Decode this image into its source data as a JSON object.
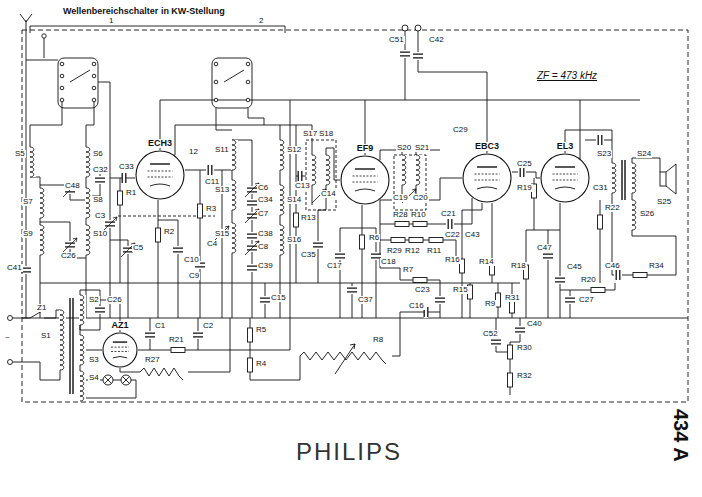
{
  "diagram": {
    "nodes": [
      {
        "text": [
          "ECH3"
        ]
      },
      {
        "text": [
          "EF9"
        ]
      },
      {
        "text": [
          "EBC3"
        ]
      },
      {
        "text": [
          "EL3"
        ]
      },
      {
        "text": [
          "AZ1"
        ]
      }
    ],
    "labels": [
      "Wellenbereichschalter in KW-Stellung",
      "1",
      "2",
      "S5",
      "S6",
      "C32",
      "C48",
      "S7",
      "S8",
      "S9",
      "S10",
      "C26",
      "C41",
      "C33",
      "12",
      "R1",
      "C3",
      "C5",
      "R2",
      "C10",
      "C11",
      "R3",
      "C4",
      "S11",
      "S12",
      "S13",
      "C6",
      "C34",
      "C7",
      "S14",
      "S15",
      "C38",
      "C8",
      "S16",
      "R13",
      "C9",
      "C39",
      "C13",
      "S17",
      "S18",
      "C14",
      "C35",
      "R6",
      "C17",
      "C18",
      "C37",
      "C51",
      "C42",
      "S20",
      "S21",
      "C19",
      "C20",
      "C29",
      "R28",
      "R10",
      "R29",
      "R12",
      "R11",
      "C21",
      "C22",
      "C43",
      "R16",
      "R14",
      "R7",
      "R15",
      "C23",
      "C16",
      "R9",
      "R8",
      "C25",
      "R19",
      "C31",
      "R22",
      "S23",
      "S24",
      "S26",
      "S25",
      "ZF = 473 kHz",
      "C47",
      "R18",
      "C45",
      "R20",
      "C27",
      "R31",
      "C40",
      "C52",
      "R30",
      "R32",
      "C46",
      "R34",
      "Z1",
      "S1",
      "S2",
      "C26",
      "S3",
      "S4",
      "C1",
      "C2",
      "C15",
      "R5",
      "R21",
      "R4",
      "R27",
      "PHILIPS",
      "434 A",
      "~"
    ]
  }
}
